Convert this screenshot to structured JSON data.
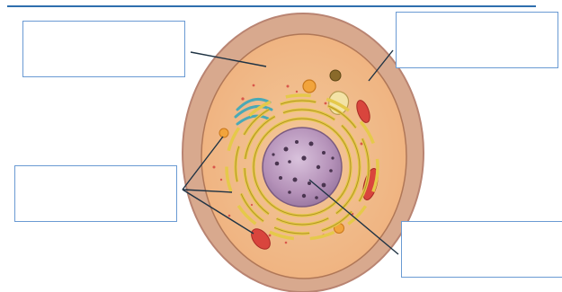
{
  "diagram": {
    "label_boxes": [
      {
        "id": "top-left",
        "text": ""
      },
      {
        "id": "top-right",
        "text": ""
      },
      {
        "id": "middle-left",
        "text": ""
      },
      {
        "id": "bottom-right",
        "text": ""
      }
    ]
  }
}
